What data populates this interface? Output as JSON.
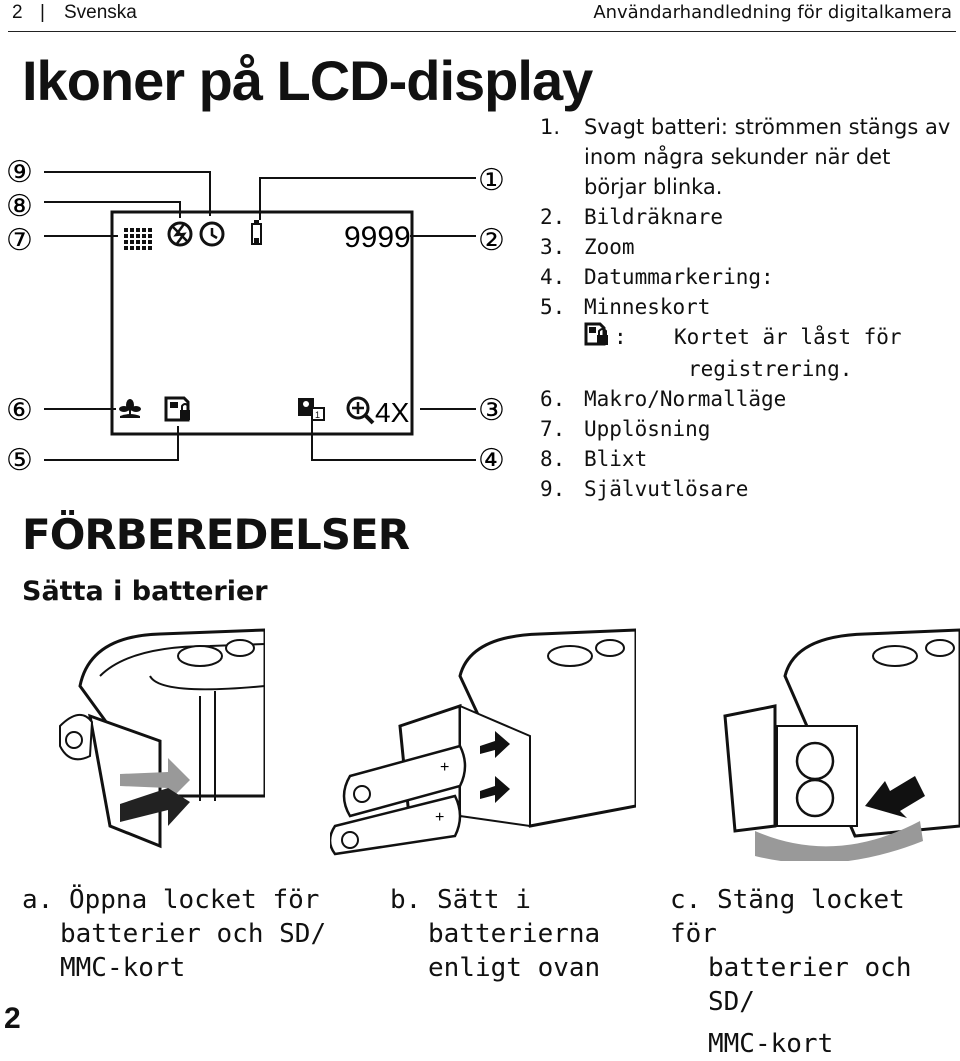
{
  "header": {
    "page": "2",
    "separator": "|",
    "language": "Svenska",
    "manual_title": "Användarhandledning för digitalkamera"
  },
  "page_title": "Ikoner på LCD-display",
  "lcd": {
    "counter": "9999",
    "zoom": "4X",
    "callouts": [
      "①",
      "②",
      "③",
      "④",
      "⑤",
      "⑥",
      "⑦",
      "⑧",
      "⑨"
    ]
  },
  "icon_list": [
    {
      "num": "1.",
      "text": "Svagt batteri: strömmen stängs av"
    },
    {
      "num": "",
      "text": "inom några sekunder när det"
    },
    {
      "num": "",
      "text": "börjar blinka."
    },
    {
      "num": "2.",
      "text": "Bildräknare"
    },
    {
      "num": "3.",
      "text": "Zoom"
    },
    {
      "num": "4.",
      "text": "Datummarkering:"
    },
    {
      "num": "5.",
      "text": "Minneskort"
    },
    {
      "num": "6.",
      "text": "Makro/Normalläge"
    },
    {
      "num": "7.",
      "text": "Upplösning"
    },
    {
      "num": "8.",
      "text": "Blixt"
    },
    {
      "num": "9.",
      "text": "Självutlösare"
    }
  ],
  "card_note": {
    "colon": ":",
    "line1": "Kortet är låst för",
    "line2": "registrering."
  },
  "section_title": "FÖRBEREDELSER",
  "subsection_title": "Sätta i batterier",
  "steps": [
    {
      "letter": "a.",
      "lines": [
        "Öppna locket för",
        "batterier och SD/",
        "MMC-kort"
      ]
    },
    {
      "letter": "b.",
      "lines": [
        "Sätt i",
        "batterierna",
        "enligt ovan"
      ]
    },
    {
      "letter": "c.",
      "lines": [
        "Stäng locket för",
        "batterier och SD/",
        "MMC-kort"
      ]
    }
  ],
  "page_number": "2"
}
